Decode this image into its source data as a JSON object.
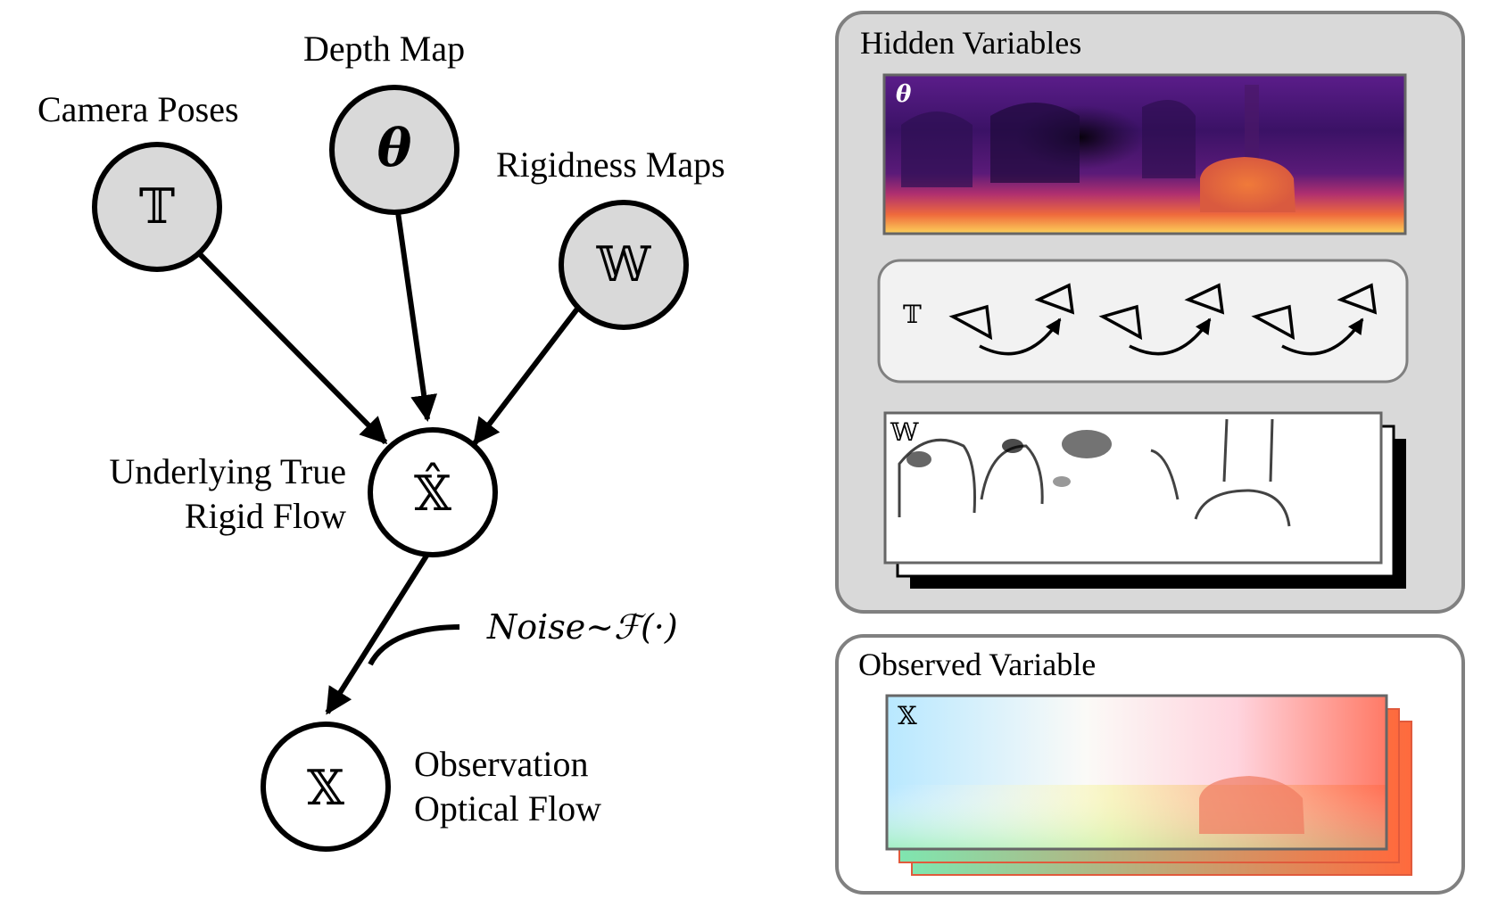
{
  "graph": {
    "nodes": {
      "camera": {
        "symbol": "𝕋",
        "label": "Camera Poses",
        "shaded": true
      },
      "depth": {
        "symbol": "θ",
        "label": "Depth Map",
        "shaded": true
      },
      "rigidness": {
        "symbol": "𝕎",
        "label": "Rigidness Maps",
        "shaded": true
      },
      "true_flow": {
        "symbol": "𝕏̂",
        "label_lines": [
          "Underlying True",
          "Rigid Flow"
        ],
        "shaded": false
      },
      "observation": {
        "symbol": "𝕏",
        "label_lines": [
          "Observation",
          "Optical Flow"
        ],
        "shaded": false
      }
    },
    "noise_label": "Noise~ℱ(·)"
  },
  "hidden_panel": {
    "title": "Hidden Variables",
    "depth_tag": "θ",
    "camera_tag": "𝕋",
    "rigidness_tag": "𝕎"
  },
  "observed_panel": {
    "title": "Observed Variable",
    "flow_tag": "𝕏"
  },
  "colors": {
    "node_fill_shaded": "#d9d9d9",
    "panel_hidden_bg": "#d9d9d9",
    "panel_border": "#808080",
    "stroke": "#000000"
  }
}
